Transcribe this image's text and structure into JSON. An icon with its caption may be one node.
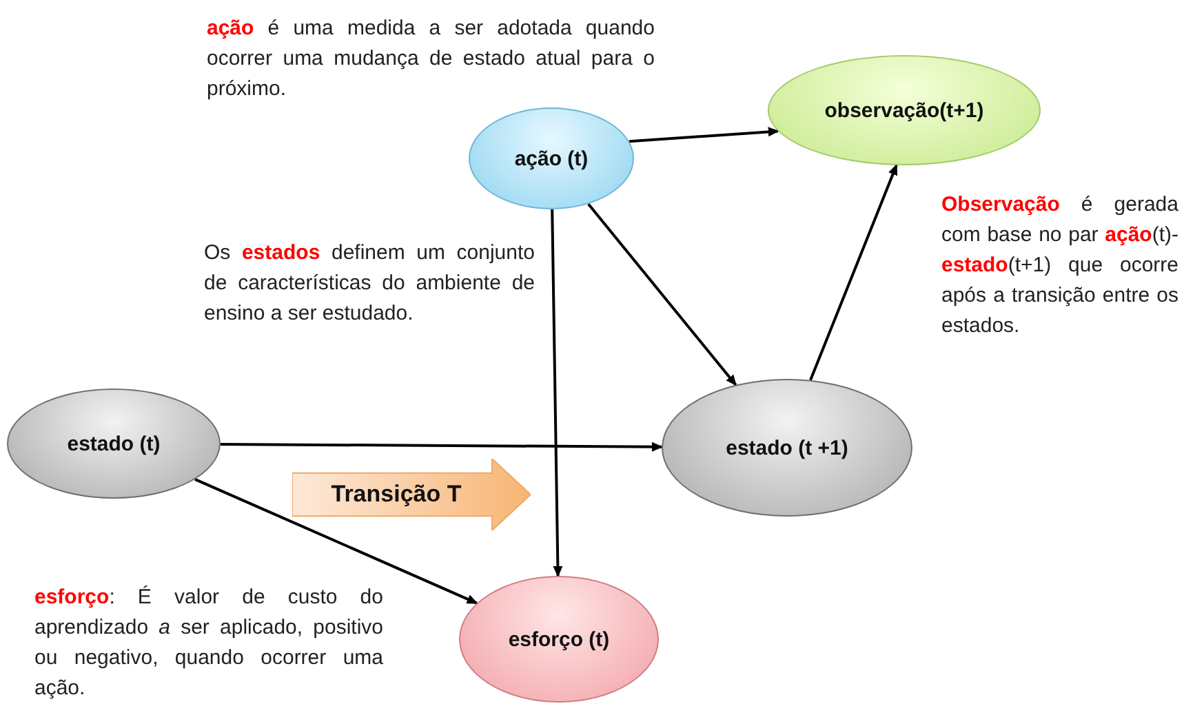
{
  "diagram": {
    "nodes": [
      {
        "text": [
          "ação (t)"
        ]
      },
      {
        "text": [
          "observação(t+1)"
        ]
      },
      {
        "text": [
          "estado (t)"
        ]
      },
      {
        "text": [
          "estado (t +1)"
        ]
      },
      {
        "text": [
          "esforço (t)"
        ]
      },
      {
        "text": [
          "Transição T"
        ]
      }
    ],
    "edges": [
      {
        "from": 0,
        "to": 1,
        "arrow": "to"
      },
      {
        "from": 0,
        "to": 3,
        "arrow": "to"
      },
      {
        "from": 0,
        "to": 4,
        "arrow": "to"
      },
      {
        "from": 2,
        "to": 3,
        "arrow": "to"
      },
      {
        "from": 2,
        "to": 4,
        "arrow": "to"
      },
      {
        "from": 3,
        "to": 1,
        "arrow": "to"
      }
    ],
    "labels": [
      "**ação** é uma medida a ser adotada quando ocorrer uma mudança de estado atual para o próximo.",
      "Os **estados** definem um conjunto de características do ambiente de ensino a ser estudado.",
      "**Observação** é gerada com base no par **ação**(t)-**estado**(t+1) que ocorre após a transição entre os estados.",
      "**esforço**: É valor de custo do aprendizado *a* ser aplicado, positivo ou negativo, quando ocorrer uma ação."
    ]
  }
}
